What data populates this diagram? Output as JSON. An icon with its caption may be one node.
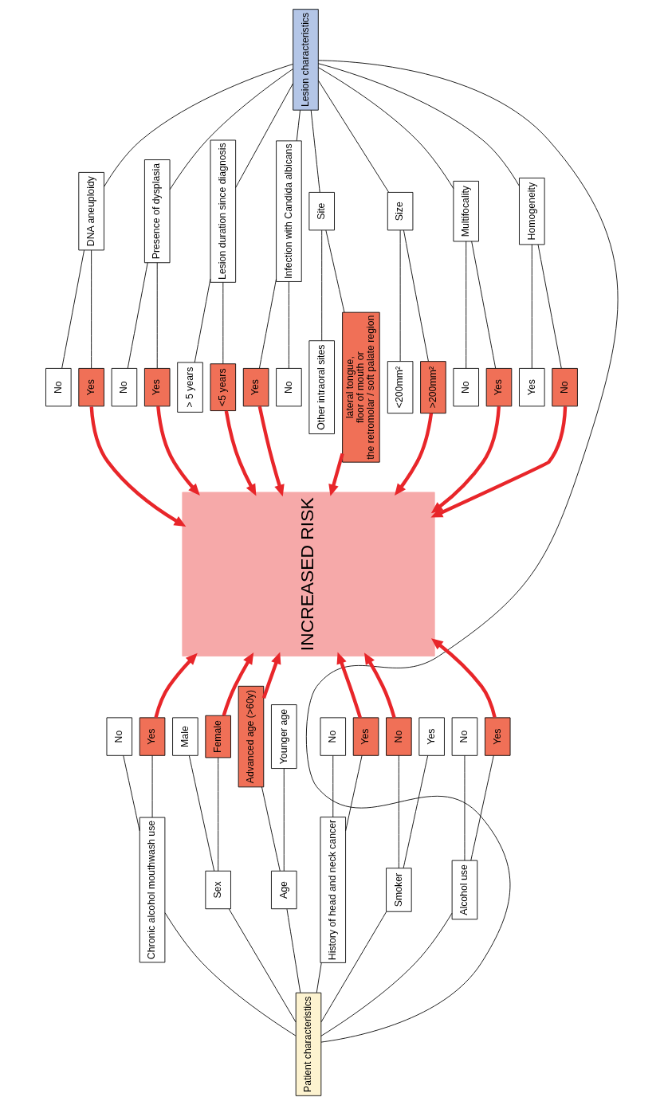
{
  "diagram": {
    "nodes": [
      {
        "text": [
          "Lesion characteristics"
        ]
      },
      {
        "text": [
          "Presence of dysplasia"
        ]
      },
      {
        "text": [
          "Lesion duration since diagnosis"
        ]
      },
      {
        "text": [
          "Site"
        ]
      },
      {
        "text": [
          "Size"
        ]
      },
      {
        "text": [
          "Multifocality"
        ]
      },
      {
        "text": [
          "Homogeneity"
        ]
      },
      {
        "text": [
          "Infection with Candida albicans"
        ]
      },
      {
        "text": [
          "DNA aneuploidy"
        ]
      },
      {
        "text": [
          "Yes"
        ]
      },
      {
        "text": [
          "No"
        ]
      },
      {
        "text": [
          "<5 years"
        ]
      },
      {
        "text": [
          "> 5 years"
        ]
      },
      {
        "text": [
          "lateral tongue, floor of mouth or the retromolar / soft palate region"
        ]
      },
      {
        "text": [
          "Other intraoral sites"
        ]
      },
      {
        "text": [
          ">200mm²"
        ]
      },
      {
        "text": [
          "<200mm²"
        ]
      },
      {
        "text": [
          "Yes"
        ]
      },
      {
        "text": [
          "No"
        ]
      },
      {
        "text": [
          "No"
        ]
      },
      {
        "text": [
          "Yes"
        ]
      },
      {
        "text": [
          "Yes"
        ]
      },
      {
        "text": [
          "No"
        ]
      },
      {
        "text": [
          "Yes"
        ]
      },
      {
        "text": [
          "No"
        ]
      },
      {
        "text": [
          "INCREASED RISK"
        ]
      },
      {
        "text": [
          "Female"
        ]
      },
      {
        "text": [
          "Male"
        ]
      },
      {
        "text": [
          "Advanced age (>60y)"
        ]
      },
      {
        "text": [
          "Younger age"
        ]
      },
      {
        "text": [
          "No"
        ]
      },
      {
        "text": [
          "Yes"
        ]
      },
      {
        "text": [
          "Yes"
        ]
      },
      {
        "text": [
          "No"
        ]
      },
      {
        "text": [
          "Yes"
        ]
      },
      {
        "text": [
          "No"
        ]
      },
      {
        "text": [
          "Yes"
        ]
      },
      {
        "text": [
          "No"
        ]
      },
      {
        "text": [
          "Patient characteristics"
        ]
      },
      {
        "text": [
          "Sex"
        ]
      },
      {
        "text": [
          "Age"
        ]
      },
      {
        "text": [
          "Smoker"
        ]
      },
      {
        "text": [
          "Alcohol use"
        ]
      },
      {
        "text": [
          "Chronic alcohol mouthwash use"
        ]
      },
      {
        "text": [
          "History of head and neck cancer"
        ]
      }
    ],
    "edges": [
      {
        "from": 0,
        "to": 1,
        "arrow": "none"
      },
      {
        "from": 0,
        "to": 2,
        "arrow": "none"
      },
      {
        "from": 0,
        "to": 3,
        "arrow": "none"
      },
      {
        "from": 0,
        "to": 4,
        "arrow": "none"
      },
      {
        "from": 0,
        "to": 5,
        "arrow": "none"
      },
      {
        "from": 0,
        "to": 6,
        "arrow": "none"
      },
      {
        "from": 0,
        "to": 7,
        "arrow": "none"
      },
      {
        "from": 0,
        "to": 8,
        "arrow": "none"
      },
      {
        "from": 1,
        "to": 9,
        "arrow": "none"
      },
      {
        "from": 1,
        "to": 10,
        "arrow": "none"
      },
      {
        "from": 2,
        "to": 11,
        "arrow": "none"
      },
      {
        "from": 2,
        "to": 12,
        "arrow": "none"
      },
      {
        "from": 3,
        "to": 13,
        "arrow": "none"
      },
      {
        "from": 3,
        "to": 14,
        "arrow": "none"
      },
      {
        "from": 4,
        "to": 15,
        "arrow": "none"
      },
      {
        "from": 4,
        "to": 16,
        "arrow": "none"
      },
      {
        "from": 5,
        "to": 17,
        "arrow": "none"
      },
      {
        "from": 5,
        "to": 18,
        "arrow": "none"
      },
      {
        "from": 6,
        "to": 19,
        "arrow": "none"
      },
      {
        "from": 6,
        "to": 20,
        "arrow": "none"
      },
      {
        "from": 7,
        "to": 21,
        "arrow": "none"
      },
      {
        "from": 7,
        "to": 22,
        "arrow": "none"
      },
      {
        "from": 8,
        "to": 23,
        "arrow": "none"
      },
      {
        "from": 8,
        "to": 24,
        "arrow": "none"
      },
      {
        "from": 9,
        "to": 25,
        "arrow": "to",
        "style": "thick",
        "color": "#e8262a"
      },
      {
        "from": 11,
        "to": 25,
        "arrow": "to",
        "style": "thick",
        "color": "#e8262a"
      },
      {
        "from": 13,
        "to": 25,
        "arrow": "to",
        "style": "thick",
        "color": "#e8262a"
      },
      {
        "from": 15,
        "to": 25,
        "arrow": "to",
        "style": "thick",
        "color": "#e8262a"
      },
      {
        "from": 17,
        "to": 25,
        "arrow": "to",
        "style": "thick",
        "color": "#e8262a"
      },
      {
        "from": 19,
        "to": 25,
        "arrow": "to",
        "style": "thick",
        "color": "#e8262a"
      },
      {
        "from": 21,
        "to": 25,
        "arrow": "to",
        "style": "thick",
        "color": "#e8262a"
      },
      {
        "from": 23,
        "to": 25,
        "arrow": "to",
        "style": "thick",
        "color": "#e8262a"
      },
      {
        "from": 26,
        "to": 25,
        "arrow": "to",
        "style": "thick",
        "color": "#e8262a"
      },
      {
        "from": 28,
        "to": 25,
        "arrow": "to",
        "style": "thick",
        "color": "#e8262a"
      },
      {
        "from": 30,
        "to": 25,
        "arrow": "to",
        "style": "thick",
        "color": "#e8262a"
      },
      {
        "from": 32,
        "to": 25,
        "arrow": "to",
        "style": "thick",
        "color": "#e8262a"
      },
      {
        "from": 34,
        "to": 25,
        "arrow": "to",
        "style": "thick",
        "color": "#e8262a"
      },
      {
        "from": 36,
        "to": 25,
        "arrow": "to",
        "style": "thick",
        "color": "#e8262a"
      },
      {
        "from": 39,
        "to": 26,
        "arrow": "none"
      },
      {
        "from": 39,
        "to": 27,
        "arrow": "none"
      },
      {
        "from": 40,
        "to": 28,
        "arrow": "none"
      },
      {
        "from": 40,
        "to": 29,
        "arrow": "none"
      },
      {
        "from": 41,
        "to": 30,
        "arrow": "none"
      },
      {
        "from": 41,
        "to": 31,
        "arrow": "none"
      },
      {
        "from": 42,
        "to": 32,
        "arrow": "none"
      },
      {
        "from": 42,
        "to": 33,
        "arrow": "none"
      },
      {
        "from": 43,
        "to": 34,
        "arrow": "none"
      },
      {
        "from": 43,
        "to": 35,
        "arrow": "none"
      },
      {
        "from": 44,
        "to": 36,
        "arrow": "none"
      },
      {
        "from": 44,
        "to": 37,
        "arrow": "none"
      },
      {
        "from": 38,
        "to": 39,
        "arrow": "none"
      },
      {
        "from": 38,
        "to": 40,
        "arrow": "none"
      },
      {
        "from": 38,
        "to": 41,
        "arrow": "none"
      },
      {
        "from": 38,
        "to": 42,
        "arrow": "none"
      },
      {
        "from": 38,
        "to": 43,
        "arrow": "none"
      },
      {
        "from": 38,
        "to": 44,
        "arrow": "none"
      },
      {
        "from": 0,
        "to": 38,
        "arrow": "none"
      }
    ]
  }
}
